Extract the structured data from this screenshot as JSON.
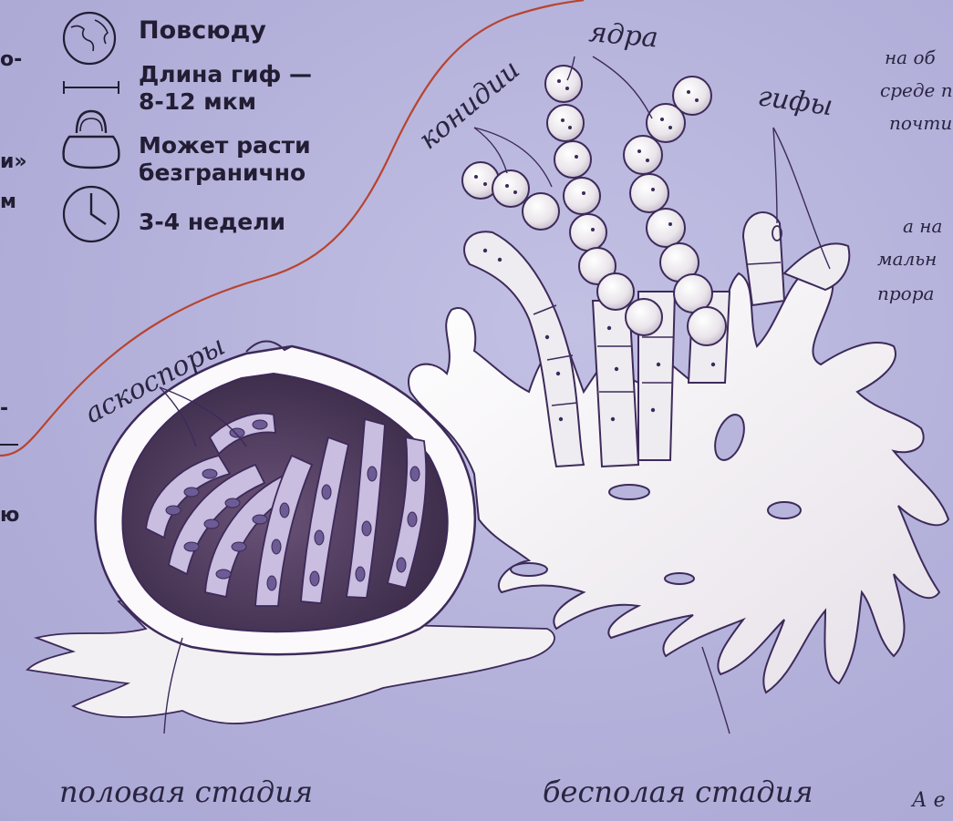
{
  "facts": {
    "habitat": "Повсюду",
    "hypha_length_line1": "Длина гиф —",
    "hypha_length_line2": "8-12 мкм",
    "growth_line1": "Может расти",
    "growth_line2": "безгранично",
    "lifetime": "3-4 недели"
  },
  "labels": {
    "nuclei": "ядра",
    "conidia": "конидии",
    "hyphae": "гифы",
    "ascospores": "аскоспоры",
    "sexual_stage": "половая стадия",
    "asexual_stage": "бесполая стадия"
  },
  "cut_text": {
    "left": [
      "о-",
      "и»",
      "м",
      "-",
      "ю"
    ],
    "right": [
      "на об",
      "среде п",
      "почти",
      "а на",
      "мальн",
      "прора",
      "А е"
    ]
  },
  "colors": {
    "background": "#b7b5dc",
    "curve": "#c0392b",
    "outline": "#3d2a5a",
    "fungus": "#f3f0f4",
    "spores": "#8a79b8"
  },
  "icons": [
    "globe-icon",
    "ruler-icon",
    "kettlebell-icon",
    "clock-icon"
  ]
}
